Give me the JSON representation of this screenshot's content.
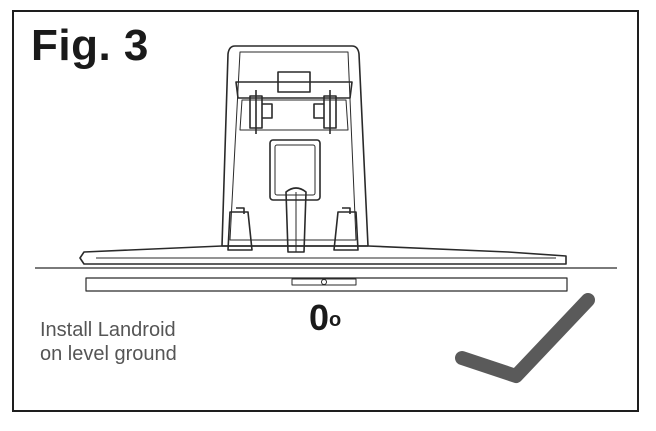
{
  "figure": {
    "title": "Fig. 3",
    "angle_value": "0",
    "angle_unit": "o",
    "caption_line1": "Install Landroid",
    "caption_line2": "on level ground"
  },
  "icons": {
    "result_mark": "check-mark-icon"
  },
  "colors": {
    "ink": "#1e1e1e",
    "check": "#5a5a5a",
    "caption": "#555555"
  }
}
